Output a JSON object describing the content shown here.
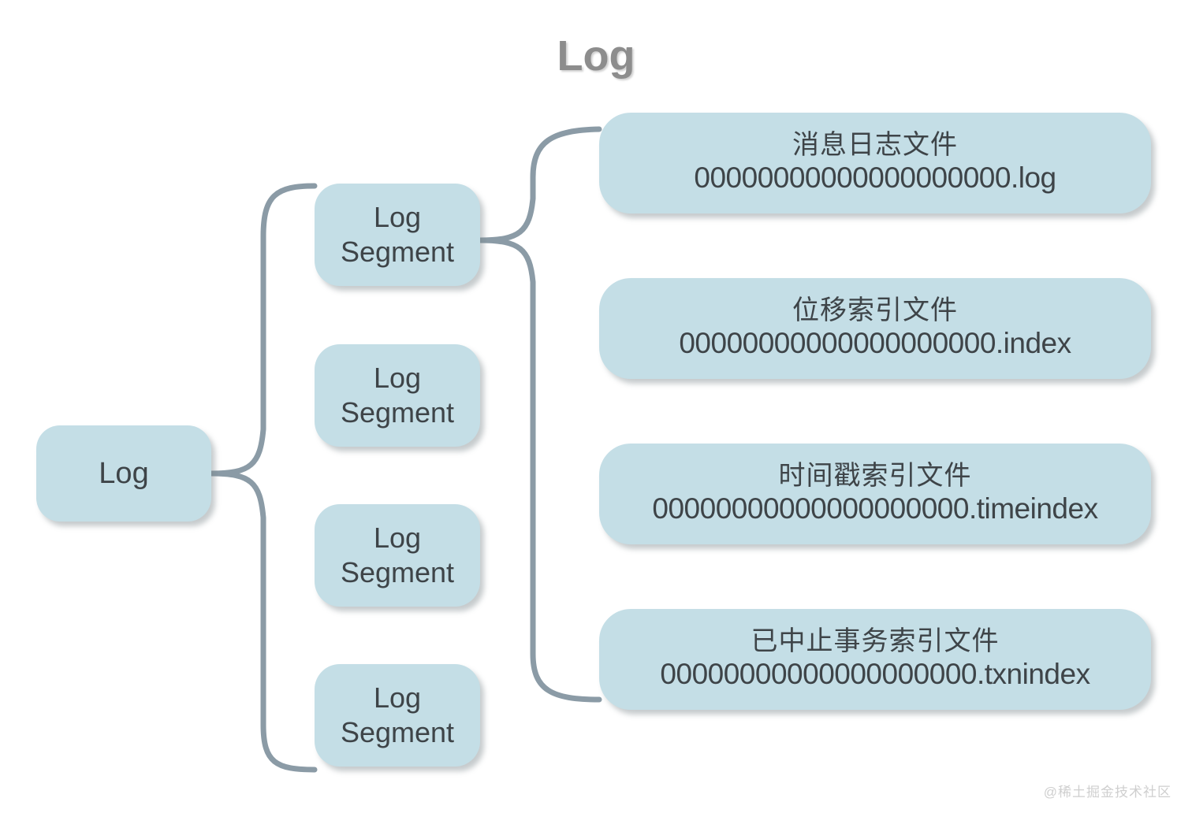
{
  "title": "Log",
  "colors": {
    "node_fill": "#c4dee6",
    "connector": "#8b9ba6",
    "text": "#3e4448",
    "title_text": "#8d8d8d",
    "background": "#ffffff",
    "watermark": "#cfcfcf"
  },
  "root": {
    "label": "Log"
  },
  "segments": [
    {
      "line1": "Log",
      "line2": "Segment"
    },
    {
      "line1": "Log",
      "line2": "Segment"
    },
    {
      "line1": "Log",
      "line2": "Segment"
    },
    {
      "line1": "Log",
      "line2": "Segment"
    }
  ],
  "files": [
    {
      "title": "消息日志文件",
      "filename": "00000000000000000000.log"
    },
    {
      "title": "位移索引文件",
      "filename": "00000000000000000000.index"
    },
    {
      "title": "时间戳索引文件",
      "filename": "00000000000000000000.timeindex"
    },
    {
      "title": "已中止事务索引文件",
      "filename": "00000000000000000000.txnindex"
    }
  ],
  "watermark": "@稀土掘金技术社区"
}
